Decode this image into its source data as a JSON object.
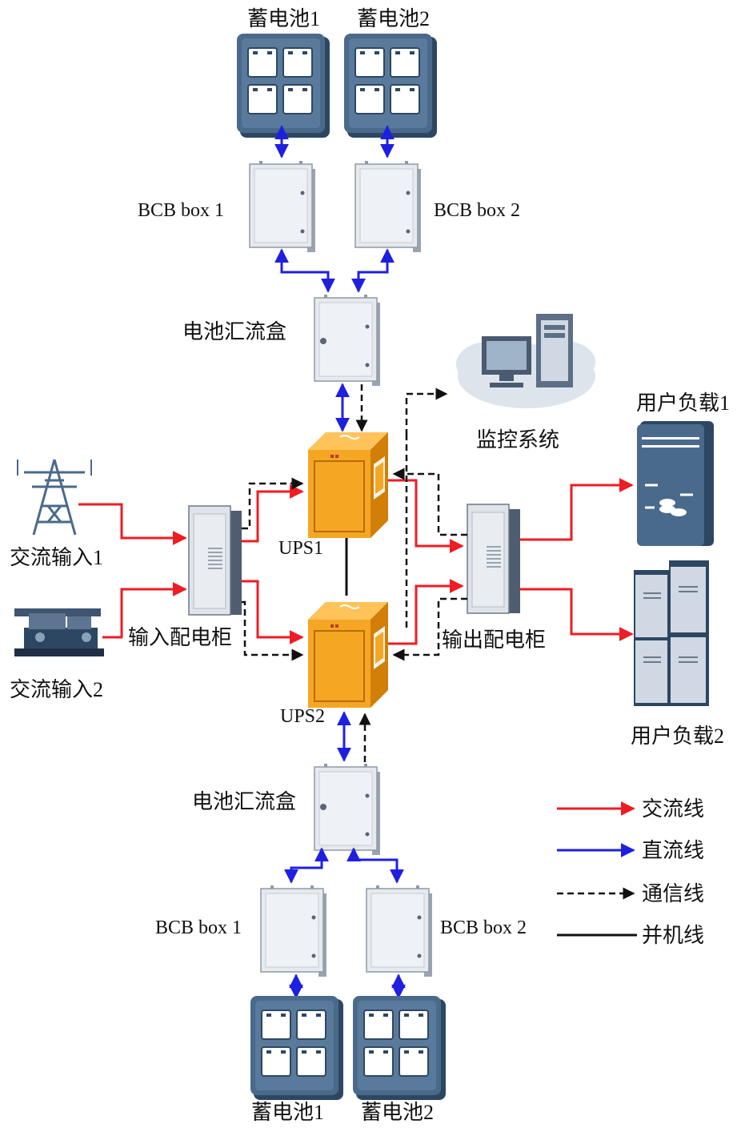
{
  "labels": {
    "battery_top_1": "蓄电池1",
    "battery_top_2": "蓄电池2",
    "bcb_top_1": "BCB box 1",
    "bcb_top_2": "BCB box 2",
    "combiner_top": "电池汇流盒",
    "monitoring": "监控系统",
    "load_1": "用户负载1",
    "load_2": "用户负载2",
    "ac_input_1": "交流输入1",
    "ac_input_2": "交流输入2",
    "input_cabinet": "输入配电柜",
    "output_cabinet": "输出配电柜",
    "ups_1": "UPS1",
    "ups_2": "UPS2",
    "combiner_bottom": "电池汇流盒",
    "bcb_bottom_1": "BCB box 1",
    "bcb_bottom_2": "BCB box 2",
    "battery_bottom_1": "蓄电池1",
    "battery_bottom_2": "蓄电池2"
  },
  "legend": [
    {
      "label": "交流线",
      "style": "ac"
    },
    {
      "label": "直流线",
      "style": "dc"
    },
    {
      "label": "通信线",
      "style": "comm"
    },
    {
      "label": "并机线",
      "style": "parallel"
    }
  ],
  "colors": {
    "ac_line": "#ee1c24",
    "dc_line": "#1f1fe0",
    "comm_line": "#111111",
    "parallel_line": "#111111",
    "battery_body": "#4a6a8c",
    "ups_body": "#f5a623",
    "cabinet_body": "#dfe4ea"
  }
}
